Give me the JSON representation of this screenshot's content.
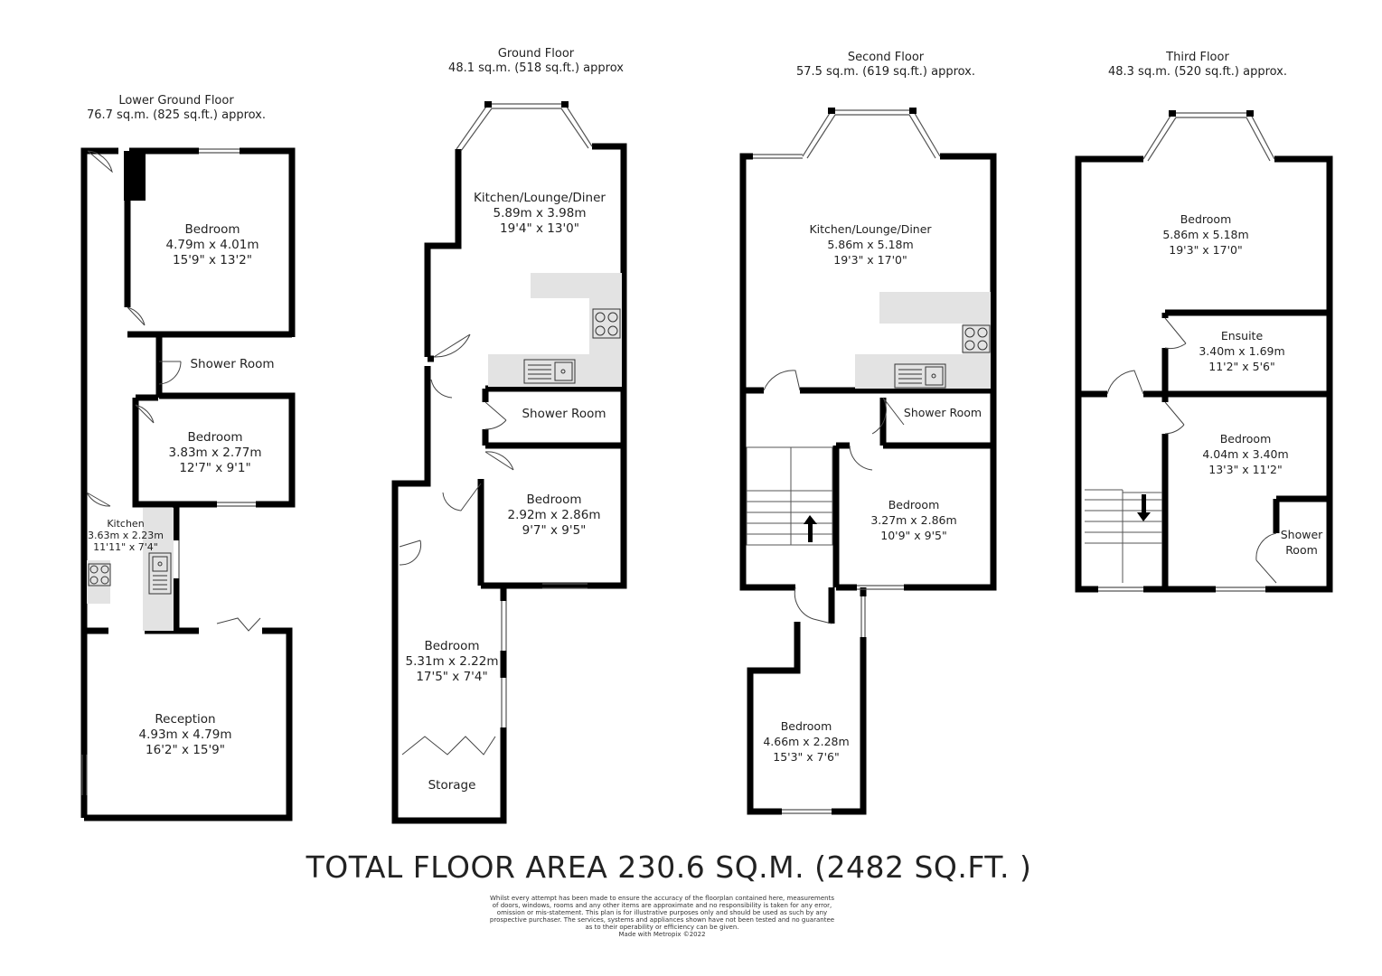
{
  "floors": {
    "lower_ground": {
      "name": "Lower Ground Floor",
      "area": "76.7 sq.m. (825 sq.ft.) approx."
    },
    "ground": {
      "name": "Ground Floor",
      "area": "48.1 sq.m. (518 sq.ft.) approx"
    },
    "second": {
      "name": "Second Floor",
      "area": "57.5 sq.m. (619 sq.ft.) approx."
    },
    "third": {
      "name": "Third Floor",
      "area": "48.3 sq.m. (520 sq.ft.) approx."
    }
  },
  "rooms": {
    "lg_bedroom1": {
      "name": "Bedroom",
      "metric": "4.79m x 4.01m",
      "imperial": "15'9\" x 13'2\""
    },
    "lg_shower": {
      "name": "Shower Room"
    },
    "lg_bedroom2": {
      "name": "Bedroom",
      "metric": "3.83m x 2.77m",
      "imperial": "12'7\" x 9'1\""
    },
    "lg_kitchen": {
      "name": "Kitchen",
      "metric": "3.63m x 2.23m",
      "imperial": "11'11\" x 7'4\""
    },
    "lg_reception": {
      "name": "Reception",
      "metric": "4.93m x 4.79m",
      "imperial": "16'2\" x 15'9\""
    },
    "g_kld": {
      "name": "Kitchen/Lounge/Diner",
      "metric": "5.89m x 3.98m",
      "imperial": "19'4\" x 13'0\""
    },
    "g_shower": {
      "name": "Shower Room"
    },
    "g_bedroom1": {
      "name": "Bedroom",
      "metric": "2.92m x 2.86m",
      "imperial": "9'7\" x 9'5\""
    },
    "g_bedroom2": {
      "name": "Bedroom",
      "metric": "5.31m x 2.22m",
      "imperial": "17'5\" x 7'4\""
    },
    "g_storage": {
      "name": "Storage"
    },
    "s_kld": {
      "name": "Kitchen/Lounge/Diner",
      "metric": "5.86m x 5.18m",
      "imperial": "19'3\" x 17'0\""
    },
    "s_shower": {
      "name": "Shower Room"
    },
    "s_bedroom1": {
      "name": "Bedroom",
      "metric": "3.27m x 2.86m",
      "imperial": "10'9\" x 9'5\""
    },
    "s_bedroom2": {
      "name": "Bedroom",
      "metric": "4.66m x 2.28m",
      "imperial": "15'3\" x 7'6\""
    },
    "t_bedroom1": {
      "name": "Bedroom",
      "metric": "5.86m x 5.18m",
      "imperial": "19'3\" x 17'0\""
    },
    "t_ensuite": {
      "name": "Ensuite",
      "metric": "3.40m x 1.69m",
      "imperial": "11'2\" x 5'6\""
    },
    "t_bedroom2": {
      "name": "Bedroom",
      "metric": "4.04m x 3.40m",
      "imperial": "13'3\" x 11'2\""
    },
    "t_shower_line1": "Shower",
    "t_shower_line2": "Room"
  },
  "total_area": "TOTAL FLOOR AREA 230.6 SQ.M. (2482 SQ.FT. )",
  "disclaimer": [
    "Whilst every attempt has been made to ensure the accuracy of the floorplan contained here, measurements",
    "of doors, windows, rooms and any other items are approximate and no responsibility is taken for any error,",
    "omission or mis-statement. This plan is for illustrative purposes only and should be used as such by any",
    "prospective purchaser. The services, systems and appliances shown have not been tested and no guarantee",
    "as to their operability or efficiency can be given.",
    "Made with Metropix ©2022"
  ]
}
